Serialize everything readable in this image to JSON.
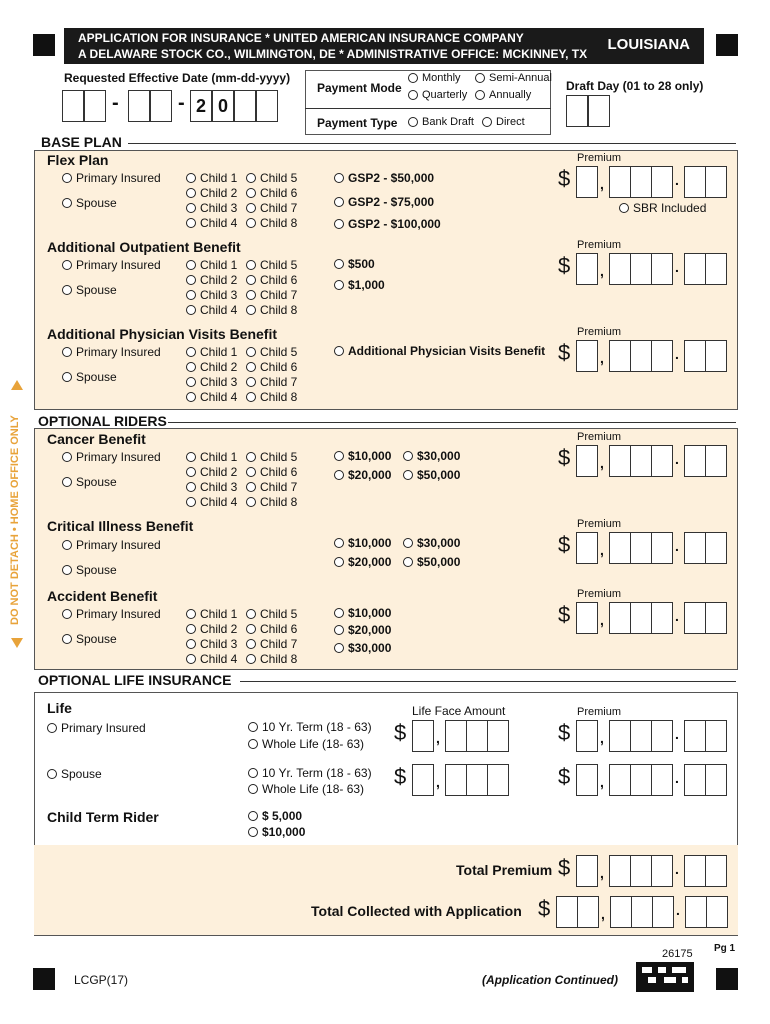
{
  "header": {
    "line1": "APPLICATION FOR  INSURANCE * UNITED AMERICAN INSURANCE COMPANY",
    "line2": "A DELAWARE STOCK CO., WILMINGTON, DE  *  ADMINISTRATIVE OFFICE: MCKINNEY, TX",
    "state": "LOUISIANA"
  },
  "dates": {
    "label": "Requested Effective Date   (mm-dd-yyyy)",
    "dash": "-",
    "year_prefix_1": "2",
    "year_prefix_2": "0"
  },
  "payment": {
    "mode_label": "Payment Mode",
    "monthly": "Monthly",
    "semi_annual": "Semi-Annual",
    "quarterly": "Quarterly",
    "annually": "Annually",
    "type_label": "Payment Type",
    "bank_draft": "Bank Draft",
    "direct": "Direct",
    "draft_day_label": "Draft Day (01 to 28 only)"
  },
  "common": {
    "premium": "Premium",
    "dollar": "$",
    "comma": ",",
    "period": ".",
    "primary_insured": "Primary Insured",
    "spouse": "Spouse",
    "child1": "Child 1",
    "child2": "Child 2",
    "child3": "Child 3",
    "child4": "Child 4",
    "child5": "Child 5",
    "child6": "Child 6",
    "child7": "Child 7",
    "child8": "Child 8"
  },
  "base_plan": {
    "title": "BASE PLAN",
    "flex_plan": "Flex Plan",
    "gsp_50": "GSP2 - $50,000",
    "gsp_75": "GSP2 - $75,000",
    "gsp_100": "GSP2 - $100,000",
    "sbr": "SBR Included",
    "outpatient": "Additional Outpatient Benefit",
    "opt_500": "$500",
    "opt_1000": "$1,000",
    "physician": "Additional Physician Visits Benefit",
    "physician_opt": "Additional Physician Visits Benefit"
  },
  "riders": {
    "title": "OPTIONAL RIDERS",
    "cancer": "Cancer Benefit",
    "v10": "$10,000",
    "v20": "$20,000",
    "v30": "$30,000",
    "v50": "$50,000",
    "critical": "Critical Illness Benefit",
    "accident": "Accident Benefit"
  },
  "life": {
    "title": "OPTIONAL LIFE INSURANCE",
    "life": "Life",
    "face_amount": "Life Face Amount",
    "term": "10 Yr. Term (18 - 63)",
    "whole": "Whole Life (18- 63)",
    "child_term": "Child Term Rider",
    "ct5": "$  5,000",
    "ct10": "$10,000"
  },
  "totals": {
    "total_premium": "Total Premium",
    "total_collected": "Total Collected with Application"
  },
  "side_text": "DO NOT DETACH • HOME OFFICE ONLY",
  "footer": {
    "form_no": "26175",
    "page": "Pg 1",
    "code": "LCGP(17)",
    "continued": "(Application Continued)"
  },
  "colors": {
    "section_bg": "#fdf0dc",
    "side_text": "#e8a33a"
  }
}
